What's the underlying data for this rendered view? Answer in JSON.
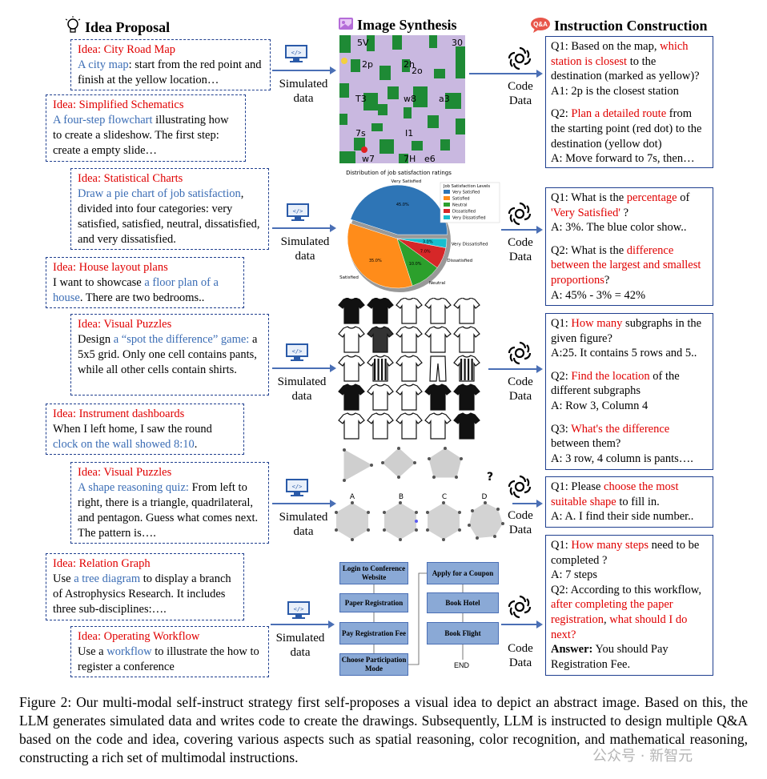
{
  "headers": {
    "idea": "Idea Proposal",
    "image": "Image Synthesis",
    "instruction": "Instruction Construction"
  },
  "labels": {
    "simulated": "Simulated",
    "data": "data",
    "code": "Code",
    "code_data": "Data"
  },
  "ideas": [
    {
      "title": "Idea: City Road Map",
      "hl": "A city map",
      "rest": ": start from the red point and finish at the yellow location…"
    },
    {
      "title": "Idea: Simplified Schematics",
      "hl": "A four-step flowchart",
      "rest": " illustrating how to create a slideshow.  The first step: create a empty slide…"
    },
    {
      "title": "Idea: Statistical Charts",
      "hl": "Draw a pie chart of job satisfaction",
      "rest": ", divided into four categories: very satisfied, satisfied, neutral, dissatisfied, and very dissatisfied."
    },
    {
      "title": "Idea: House layout plans",
      "pre": "I want to showcase ",
      "hl": "a floor plan of a house",
      "rest": ". There are two bedrooms.."
    },
    {
      "title": "Idea: Visual Puzzles",
      "pre": "Design ",
      "hl": "a “spot the difference” game:",
      "rest": " a 5x5 grid. Only one cell contains pants, while all other cells contain shirts."
    },
    {
      "title": "Idea: Instrument dashboards",
      "pre": "When I left home, I saw the round ",
      "hl": "clock on the wall showed 8:10",
      "rest": "."
    },
    {
      "title": "Idea: Visual Puzzles",
      "hl": "A shape reasoning quiz:",
      "rest": " From left to right, there is a triangle, quadrilateral, and pentagon. Guess what comes next. The pattern is…."
    },
    {
      "title": "Idea: Relation Graph",
      "pre": "Use ",
      "hl": "a tree diagram",
      "rest": " to display a branch of Astrophysics Research. It includes three sub-disciplines:…."
    },
    {
      "title": "Idea: Operating Workflow",
      "pre": "Use a ",
      "hl": "workflow",
      "rest": " to illustrate the how to register a conference"
    }
  ],
  "map": {
    "labels": [
      "5V",
      "30",
      "2p",
      "2h",
      "2o",
      "T3",
      "w8",
      "a3",
      "7s",
      "I1",
      "w7",
      "7H",
      "e6"
    ]
  },
  "pie": {
    "title": "Distribution of job satisfaction ratings",
    "legend_title": "Job Satisfaction Levels",
    "slices": [
      {
        "name": "Very Satisfied",
        "value": 45.0,
        "color": "#2e75b6"
      },
      {
        "name": "Satisfied",
        "value": 35.0,
        "color": "#ff8c1a"
      },
      {
        "name": "Neutral",
        "value": 10.0,
        "color": "#2ca02c"
      },
      {
        "name": "Dissatisfied",
        "value": 7.0,
        "color": "#d62728"
      },
      {
        "name": "Very Dissatisfied",
        "value": 3.0,
        "color": "#17becf"
      }
    ],
    "pct_labels": [
      "45.0%",
      "35.0%",
      "10.0%",
      "7.0%",
      "3.0%"
    ],
    "outer_labels": [
      "Very Satisfied",
      "Satisfied",
      "Neutral",
      "Dissatisfied",
      "Very Dissatisfied"
    ]
  },
  "shapes": {
    "options": [
      "A",
      "B",
      "C",
      "D"
    ],
    "question_mark": "?"
  },
  "flow": {
    "left": [
      "Login to Conference Website",
      "Paper Registration",
      "Pay Registration Fee",
      "Choose Participation Mode"
    ],
    "right": [
      "Apply for a Coupon",
      "Book Hotel",
      "Book Flight"
    ],
    "end": "END"
  },
  "qa": {
    "map": [
      {
        "pre": "Q1: Based on the map, ",
        "hl": "which station is closest",
        "rest": " to the destination (marked as yellow)?"
      },
      {
        "pre": "A1: 2p is the closest station"
      },
      {
        "pre": "Q2: ",
        "hl": "Plan a detailed route",
        "rest": " from the starting point (red dot) to the destination (yellow dot)"
      },
      {
        "pre": "A: Move forward to 7s, then…"
      }
    ],
    "pie": [
      {
        "pre": "Q1: What is the ",
        "hl": "percentage",
        "rest": " of ",
        "hl2": "'Very Satisfied'",
        "rest2": " ?"
      },
      {
        "pre": "A: 3%. The blue color show.."
      },
      {
        "pre": "Q2: What is the ",
        "hl": "difference between the largest and smallest proportions",
        "rest": "?"
      },
      {
        "pre": "A: 45% - 3% = 42%"
      }
    ],
    "shirts": [
      {
        "pre": "Q1: ",
        "hl": "How many",
        "rest": " subgraphs in the given figure?"
      },
      {
        "pre": "A:25. It contains 5 rows and 5.."
      },
      {
        "pre": "Q2: ",
        "hl": "Find the location",
        "rest": " of the different subgraphs"
      },
      {
        "pre": "A: Row 3, Column 4"
      },
      {
        "pre": "Q3: ",
        "hl": "What's the difference",
        "rest": " between them?"
      },
      {
        "pre": "A: 3 row, 4 column is pants…."
      }
    ],
    "shapes": [
      {
        "pre": "Q1: Please ",
        "hl": "choose the most suitable shape",
        "rest": " to fill in."
      },
      {
        "pre": "A: A.  I find their side number.."
      }
    ],
    "flow": [
      {
        "pre": "Q1: ",
        "hl": "How many steps",
        "rest": " need to be completed ?"
      },
      {
        "pre": "A: 7 steps"
      },
      {
        "pre": "Q2: According to this workflow, ",
        "hl": "after completing the paper registration",
        "rest": ", ",
        "hl2": "what should I do next?",
        "rest2": ""
      },
      {
        "bold": "Answer:",
        "pre": " You should Pay Registration Fee."
      }
    ]
  },
  "caption": "Figure 2: Our multi-modal self-instruct strategy first self-proposes a visual idea to depict an abstract image. Based on this, the LLM generates simulated data and writes code to create the drawings. Subsequently, LLM is instructed to design multiple Q&A based on the code and idea, covering various aspects such as spatial reasoning, color recognition, and mathematical reasoning, constructing a rich set of multimodal instructions.",
  "watermark": "公众号 · 新智元",
  "colors": {
    "accent_red": "#e00000",
    "accent_blue": "#3b6db5",
    "box_border": "#1f3f8f",
    "map_bg": "#c9b8e0",
    "map_green": "#1e8a35"
  }
}
